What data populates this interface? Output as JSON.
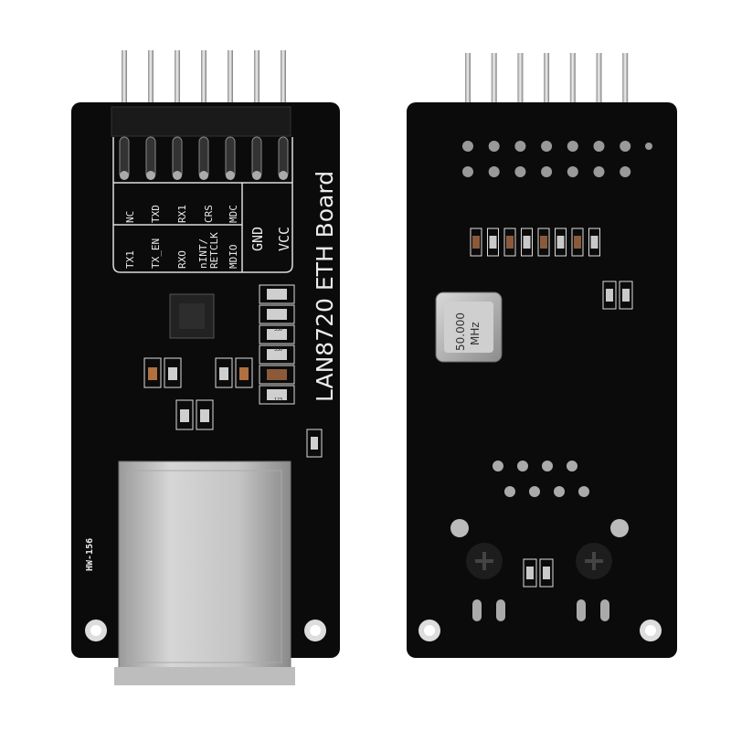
{
  "front": {
    "board_title": "LAN8720 ETH Board",
    "model": "HW-156",
    "pin_labels_top": [
      "NC",
      "TXD",
      "RX1",
      "CRS",
      "MDC"
    ],
    "pin_labels_bottom": [
      "TX1",
      "TX_EN",
      "RXO",
      "nINT/",
      "RETCLK",
      "MDIO"
    ],
    "power_labels": [
      "GND",
      "VCC"
    ],
    "resistor_codes": [
      "330",
      "330",
      "123"
    ]
  },
  "back": {
    "crystal_label_1": "50.000",
    "crystal_label_2": "MHz"
  },
  "colors": {
    "pcb": "#0b0b0b",
    "silkscreen": "#e8e8e8",
    "pins": "#c9c9c9",
    "jack": "#b9b9b9"
  }
}
